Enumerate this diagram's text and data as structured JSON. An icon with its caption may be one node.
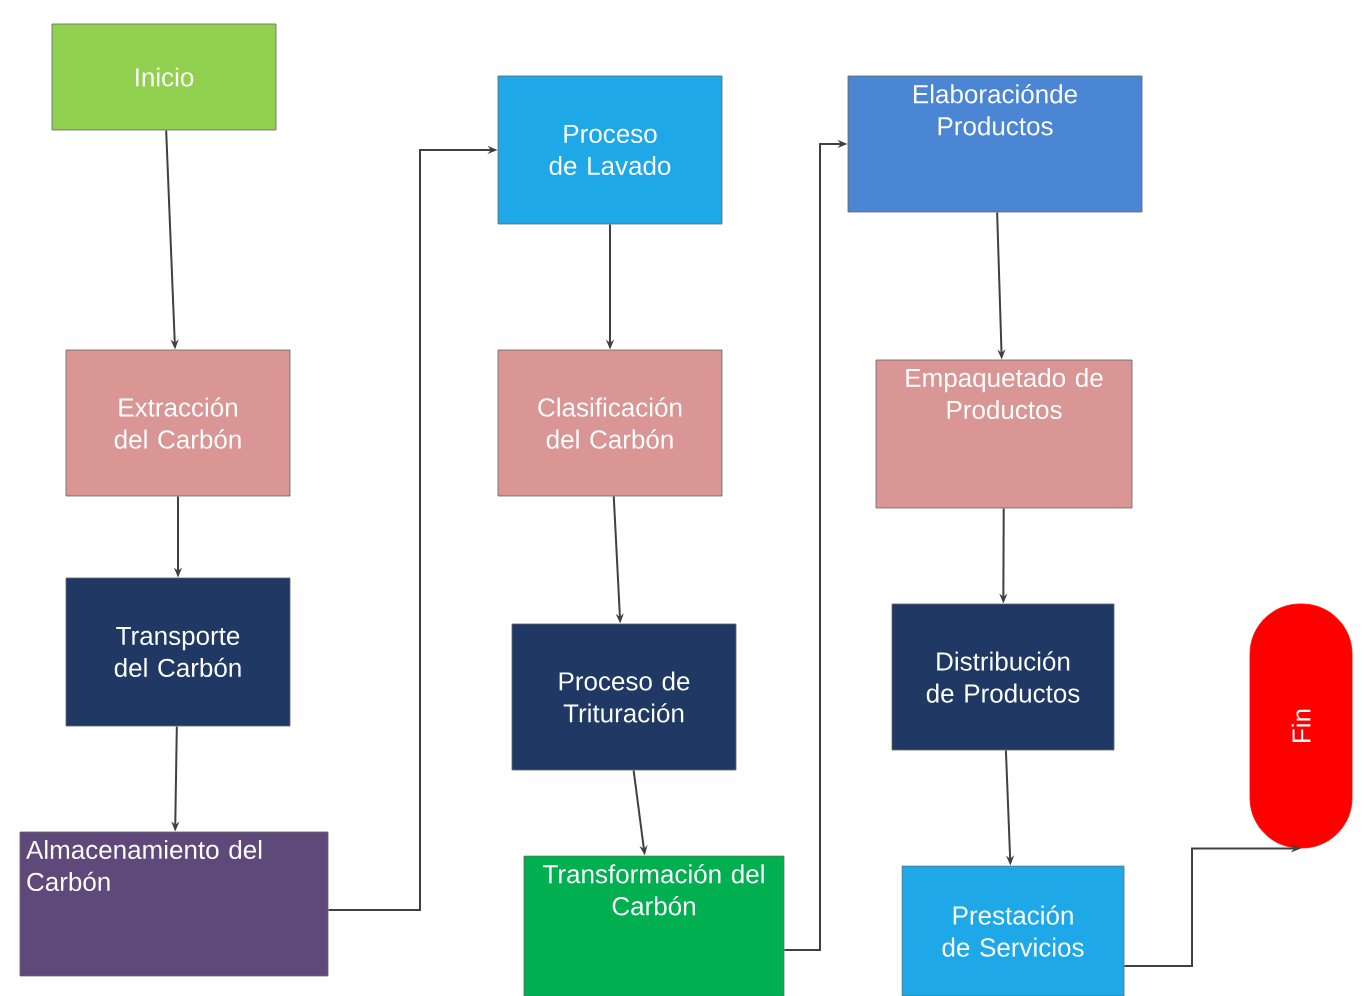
{
  "diagram": {
    "nodes": [
      {
        "text": [
          "Inicio"
        ]
      },
      {
        "text": [
          "Extracción del Carbón"
        ]
      },
      {
        "text": [
          "Transporte del Carbón"
        ]
      },
      {
        "text": [
          "Almacenamiento del Carbón"
        ]
      },
      {
        "text": [
          "Proceso de Lavado"
        ]
      },
      {
        "text": [
          "Clasificación del Carbón"
        ]
      },
      {
        "text": [
          "Proceso de Trituración"
        ]
      },
      {
        "text": [
          "Transformación del Carbón"
        ]
      },
      {
        "text": [
          "Elaboraciónde Productos"
        ]
      },
      {
        "text": [
          "Empaquetado de Productos"
        ]
      },
      {
        "text": [
          "Distribución de Productos"
        ]
      },
      {
        "text": [
          "Prestación de Servicios"
        ]
      },
      {
        "text": [
          "Fin"
        ]
      }
    ],
    "edges": [
      {
        "from": 0,
        "to": 1,
        "arrow": "to"
      },
      {
        "from": 1,
        "to": 2,
        "arrow": "to"
      },
      {
        "from": 2,
        "to": 3,
        "arrow": "to"
      },
      {
        "from": 3,
        "to": 4,
        "arrow": "to"
      },
      {
        "from": 4,
        "to": 5,
        "arrow": "to"
      },
      {
        "from": 5,
        "to": 6,
        "arrow": "to"
      },
      {
        "from": 6,
        "to": 7,
        "arrow": "to"
      },
      {
        "from": 7,
        "to": 8,
        "arrow": "to"
      },
      {
        "from": 8,
        "to": 9,
        "arrow": "to"
      },
      {
        "from": 9,
        "to": 10,
        "arrow": "to"
      },
      {
        "from": 10,
        "to": 11,
        "arrow": "to"
      },
      {
        "from": 11,
        "to": 12,
        "arrow": "to"
      }
    ]
  }
}
